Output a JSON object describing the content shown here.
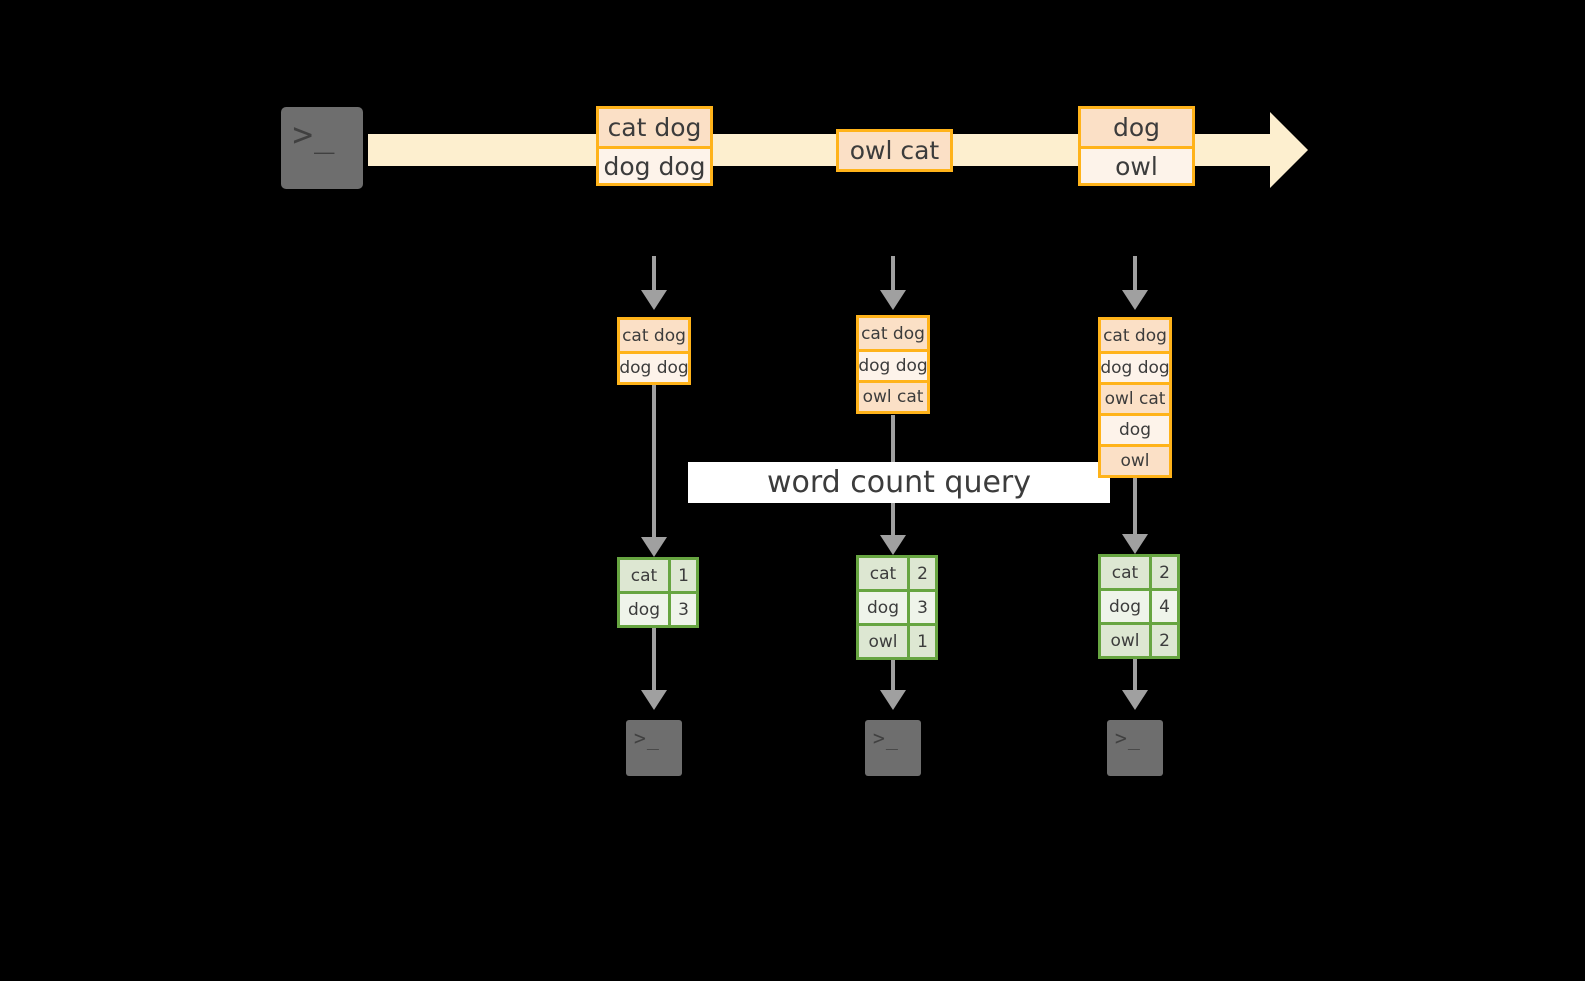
{
  "diagram": {
    "title_label": "word count query",
    "colors": {
      "background": "#000000",
      "stream_fill": "#fdefcf",
      "record_border": "#ffb31a",
      "record_fill_dark": "#fbe0c6",
      "record_fill_light": "#fdf3ea",
      "result_border": "#67a541",
      "result_fill_dark": "#dde7d2",
      "result_fill_light": "#eff4ea",
      "connector": "#a0a0a0",
      "terminal_fill": "#6e6e6e",
      "label_fill": "#ffffff",
      "text": "#3c3c3c"
    },
    "source_terminal": {
      "icon": "terminal-prompt-icon",
      "glyph": ">_"
    },
    "stream_records": [
      {
        "id": "batch-1",
        "lines": [
          {
            "text": "cat dog",
            "shade": "dark"
          },
          {
            "text": "dog dog",
            "shade": "light"
          }
        ]
      },
      {
        "id": "batch-2",
        "lines": [
          {
            "text": "owl cat",
            "shade": "dark"
          }
        ]
      },
      {
        "id": "batch-3",
        "lines": [
          {
            "text": "dog",
            "shade": "dark"
          },
          {
            "text": "owl",
            "shade": "light"
          }
        ]
      }
    ],
    "snapshots": [
      {
        "id": "snapshot-1",
        "input_lines": [
          {
            "text": "cat dog",
            "shade": "dark"
          },
          {
            "text": "dog dog",
            "shade": "light"
          }
        ],
        "result_rows": [
          {
            "word": "cat",
            "count": "1",
            "shade": "dark"
          },
          {
            "word": "dog",
            "count": "3",
            "shade": "light"
          }
        ],
        "sink_terminal": {
          "icon": "terminal-prompt-icon",
          "glyph": ">_"
        }
      },
      {
        "id": "snapshot-2",
        "input_lines": [
          {
            "text": "cat dog",
            "shade": "dark"
          },
          {
            "text": "dog dog",
            "shade": "light"
          },
          {
            "text": "owl cat",
            "shade": "dark"
          }
        ],
        "result_rows": [
          {
            "word": "cat",
            "count": "2",
            "shade": "dark"
          },
          {
            "word": "dog",
            "count": "3",
            "shade": "light"
          },
          {
            "word": "owl",
            "count": "1",
            "shade": "dark"
          }
        ],
        "sink_terminal": {
          "icon": "terminal-prompt-icon",
          "glyph": ">_"
        }
      },
      {
        "id": "snapshot-3",
        "input_lines": [
          {
            "text": "cat dog",
            "shade": "dark"
          },
          {
            "text": "dog dog",
            "shade": "light"
          },
          {
            "text": "owl cat",
            "shade": "dark"
          },
          {
            "text": "dog",
            "shade": "light"
          },
          {
            "text": "owl",
            "shade": "dark"
          }
        ],
        "result_rows": [
          {
            "word": "cat",
            "count": "2",
            "shade": "dark"
          },
          {
            "word": "dog",
            "count": "4",
            "shade": "light"
          },
          {
            "word": "owl",
            "count": "2",
            "shade": "dark"
          }
        ],
        "sink_terminal": {
          "icon": "terminal-prompt-icon",
          "glyph": ">_"
        }
      }
    ]
  }
}
